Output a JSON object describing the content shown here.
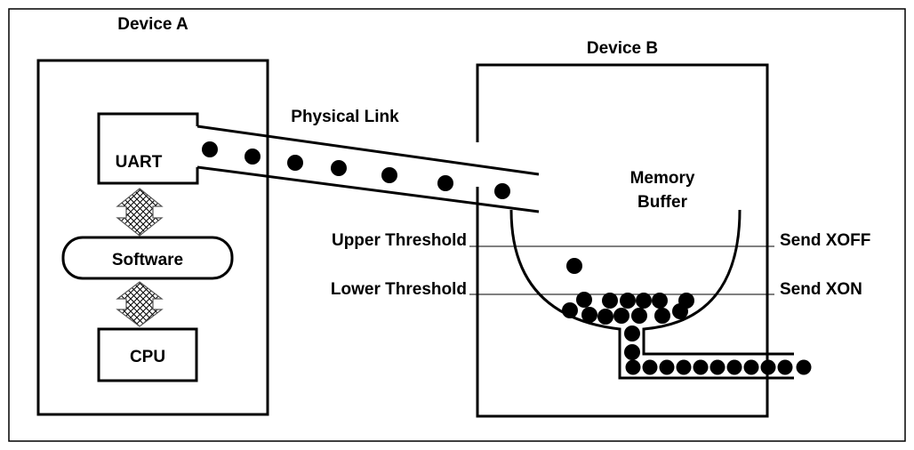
{
  "device_a": {
    "title": "Device A",
    "uart_label": "UART",
    "software_label": "Software",
    "cpu_label": "CPU"
  },
  "device_b": {
    "title": "Device B",
    "buffer_label_line1": "Memory",
    "buffer_label_line2": "Buffer"
  },
  "link": {
    "label": "Physical Link"
  },
  "thresholds": {
    "upper_label": "Upper Threshold",
    "lower_label": "Lower Threshold",
    "upper_action": "Send XOFF",
    "lower_action": "Send XON"
  },
  "colors": {
    "stroke": "#000000",
    "particle": "#000000",
    "background": "#ffffff"
  },
  "icons": {
    "bus_arrow": "double-headed-hatched-arrow-icon",
    "particle": "data-byte-dot-icon"
  }
}
